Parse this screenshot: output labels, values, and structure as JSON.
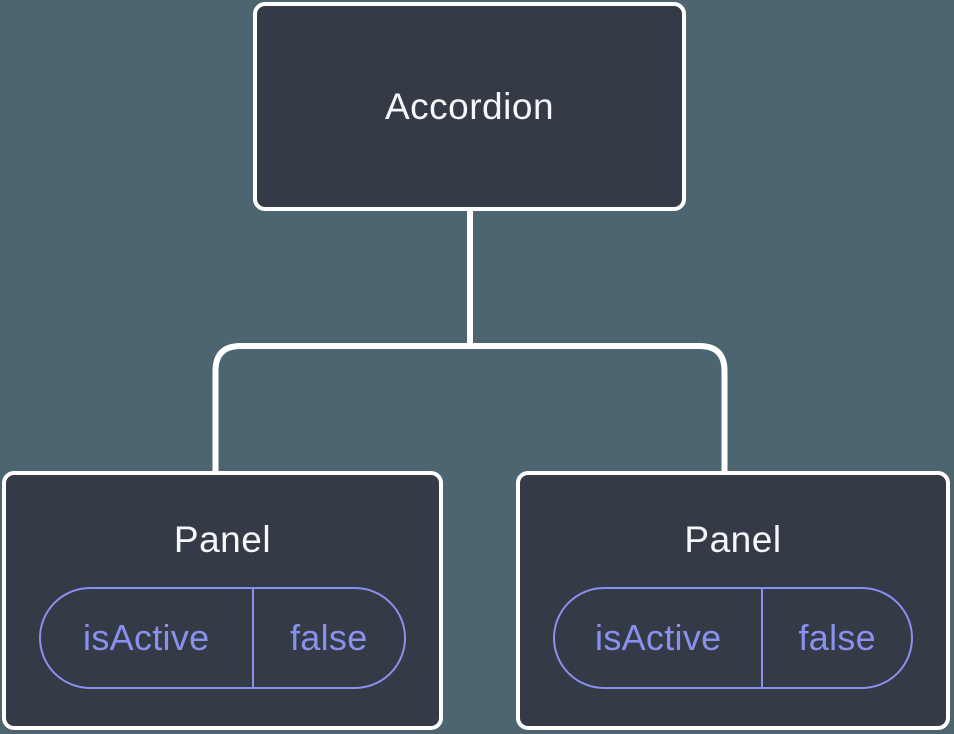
{
  "colors": {
    "background": "#4c6570",
    "node_fill": "#343a46",
    "node_border": "#ffffff",
    "node_text": "#f6f7f9",
    "accent_purple": "#8a90ee"
  },
  "tree": {
    "root": {
      "label": "Accordion"
    },
    "children": [
      {
        "label": "Panel",
        "props": [
          {
            "name": "isActive",
            "value": "false"
          }
        ]
      },
      {
        "label": "Panel",
        "props": [
          {
            "name": "isActive",
            "value": "false"
          }
        ]
      }
    ]
  }
}
